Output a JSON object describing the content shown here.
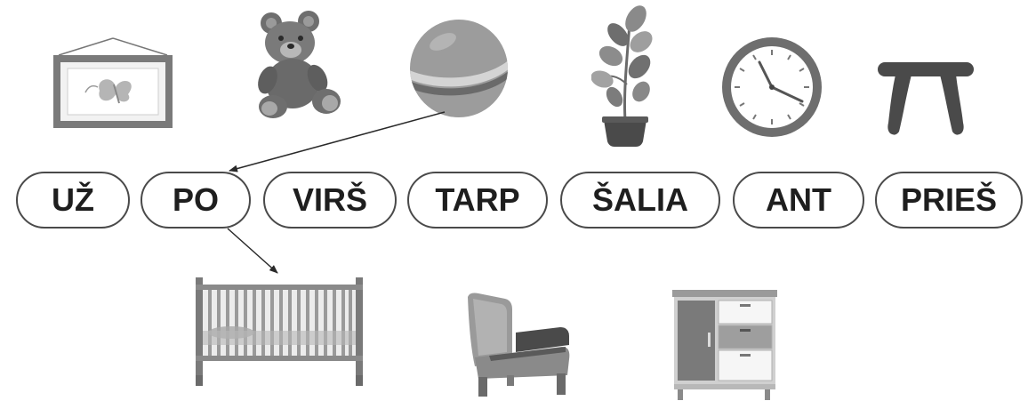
{
  "words": [
    {
      "id": "uz",
      "label": "UŽ"
    },
    {
      "id": "po",
      "label": "PO"
    },
    {
      "id": "virs",
      "label": "VIRŠ"
    },
    {
      "id": "tarp",
      "label": "TARP"
    },
    {
      "id": "salia",
      "label": "ŠALIA"
    },
    {
      "id": "ant",
      "label": "ANT"
    },
    {
      "id": "pries",
      "label": "PRIEŠ"
    }
  ],
  "top_objects": [
    "picture-frame",
    "teddy-bear",
    "ball",
    "potted-plant",
    "wall-clock",
    "stool"
  ],
  "bottom_objects": [
    "crib",
    "armchair",
    "dresser"
  ],
  "connections": [
    {
      "from": "ball",
      "to": "word-po"
    },
    {
      "from": "word-po",
      "to": "crib"
    }
  ],
  "colors": {
    "ink": "#1e1e1e",
    "dark": "#555555",
    "mid": "#8a8a8a",
    "light": "#c8c8c8"
  }
}
